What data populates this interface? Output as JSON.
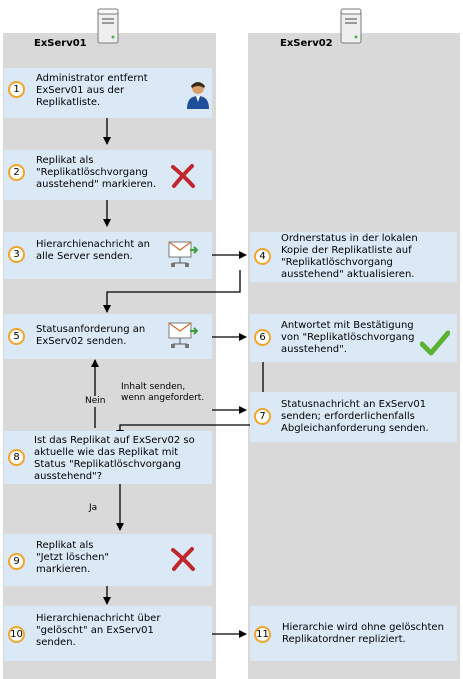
{
  "lanes": {
    "left_title": "ExServ01",
    "right_title": "ExServ02"
  },
  "steps": [
    {
      "num": "1",
      "text": "Administrator entfernt\nExServ01 aus der\nReplikatliste.",
      "icon": "administrator-user-icon"
    },
    {
      "num": "2",
      "text": "Replikat als\n\"Replikatlöschvorgang\nausstehend\" markieren.",
      "icon": "red-x-icon"
    },
    {
      "num": "3",
      "text": "Hierarchienachricht an\nalle Server senden.",
      "icon": "message-send-icon"
    },
    {
      "num": "4",
      "text": "Ordnerstatus in der lokalen\nKopie der Replikatliste auf\n\"Replikatlöschvorgang\nausstehend\" aktualisieren."
    },
    {
      "num": "5",
      "text": "Statusanforderung an\nExServ02 senden.",
      "icon": "message-send-icon"
    },
    {
      "num": "6",
      "text": "Antwortet mit Bestätigung\nvon \"Replikatlöschvorgang\nausstehend\".",
      "icon": "green-check-icon"
    },
    {
      "num": "7",
      "text": "Statusnachricht an ExServ01\nsenden; erforderlichenfalls\nAbgleichanforderung senden."
    },
    {
      "num": "8",
      "text": "Ist das Replikat auf ExServ02 so\naktuelle wie das Replikat mit\nStatus \"Replikatlöschvorgang\nausstehend\"?"
    },
    {
      "num": "9",
      "text": "Replikat als\n\"Jetzt löschen\"\nmarkieren.",
      "icon": "red-x-icon"
    },
    {
      "num": "10",
      "text": "Hierarchienachricht über\n\"gelöscht\" an ExServ01\nsenden."
    },
    {
      "num": "11",
      "text": "Hierarchie wird ohne gelöschten\nReplikatordner repliziert."
    }
  ],
  "annotations": {
    "nein": "Nein",
    "inhalt": "Inhalt senden,\nwenn angefordert.",
    "ja": "Ja"
  },
  "colors": {
    "lane": "#d9d9d9",
    "step_box": "#dbe9f7",
    "number_ring": "#f1a52b",
    "check": "#5bb233",
    "cross": "#c0272d"
  }
}
